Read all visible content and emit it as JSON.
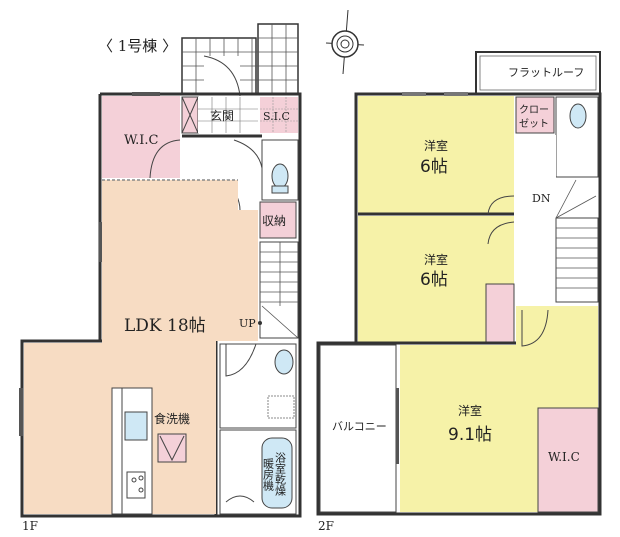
{
  "title": "〈 1号棟 〉",
  "colors": {
    "ldk": "#f7dcc3",
    "wic": "#f4d0d8",
    "bedroom": "#f6f2a8",
    "wall": "#333333",
    "water": "#cfe8f5",
    "tile": "#ffffff"
  },
  "floor1": {
    "label": "1F",
    "rooms": {
      "wic": "W.I.C",
      "entrance": "玄関",
      "sic": "S.I.C",
      "storage": "収納",
      "ldk": "LDK 18帖",
      "up": "UP",
      "dishwasher": "食洗機",
      "bath_dryer_line1": "浴室乾燥",
      "bath_dryer_line2": "暖房機"
    }
  },
  "floor2": {
    "label": "2F",
    "rooms": {
      "flat_roof": "フラットルーフ",
      "closet_line1": "クロー",
      "closet_line2": "ゼット",
      "bedroom1_name": "洋室",
      "bedroom1_size": "6帖",
      "dn": "DN",
      "bedroom2_name": "洋室",
      "bedroom2_size": "6帖",
      "balcony": "バルコニー",
      "bedroom3_name": "洋室",
      "bedroom3_size": "9.1帖",
      "wic": "W.I.C"
    }
  },
  "compass": {
    "icon": "compass-north-icon"
  }
}
